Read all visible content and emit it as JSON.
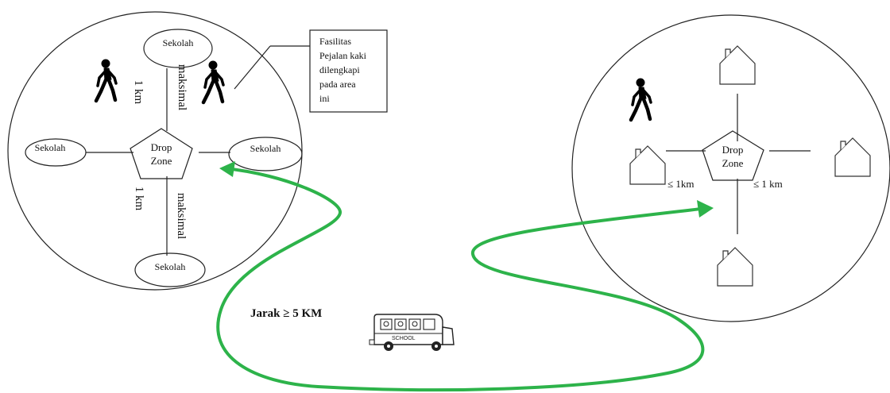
{
  "school_zone": {
    "schools": [
      "Sekolah",
      "Sekolah",
      "Sekolah",
      "Sekolah"
    ],
    "drop_zone": [
      "Drop",
      "Zone"
    ],
    "distance_top": "1 km",
    "distance_top_max": "maksimal",
    "distance_bottom": "1 km",
    "distance_bottom_max": "maksimal",
    "callout": [
      "Fasilitas",
      "Pejalan kaki",
      "dilengkapi",
      "pada area",
      "ini"
    ]
  },
  "home_zone": {
    "drop_zone": [
      "Drop",
      "Zone"
    ],
    "distance_left": "≤ 1km",
    "distance_right": "≤ 1 km"
  },
  "route": {
    "distance_label": "Jarak ≥ 5 KM",
    "color": "#2db34a"
  },
  "bus": {
    "text": "SCHOOL"
  }
}
